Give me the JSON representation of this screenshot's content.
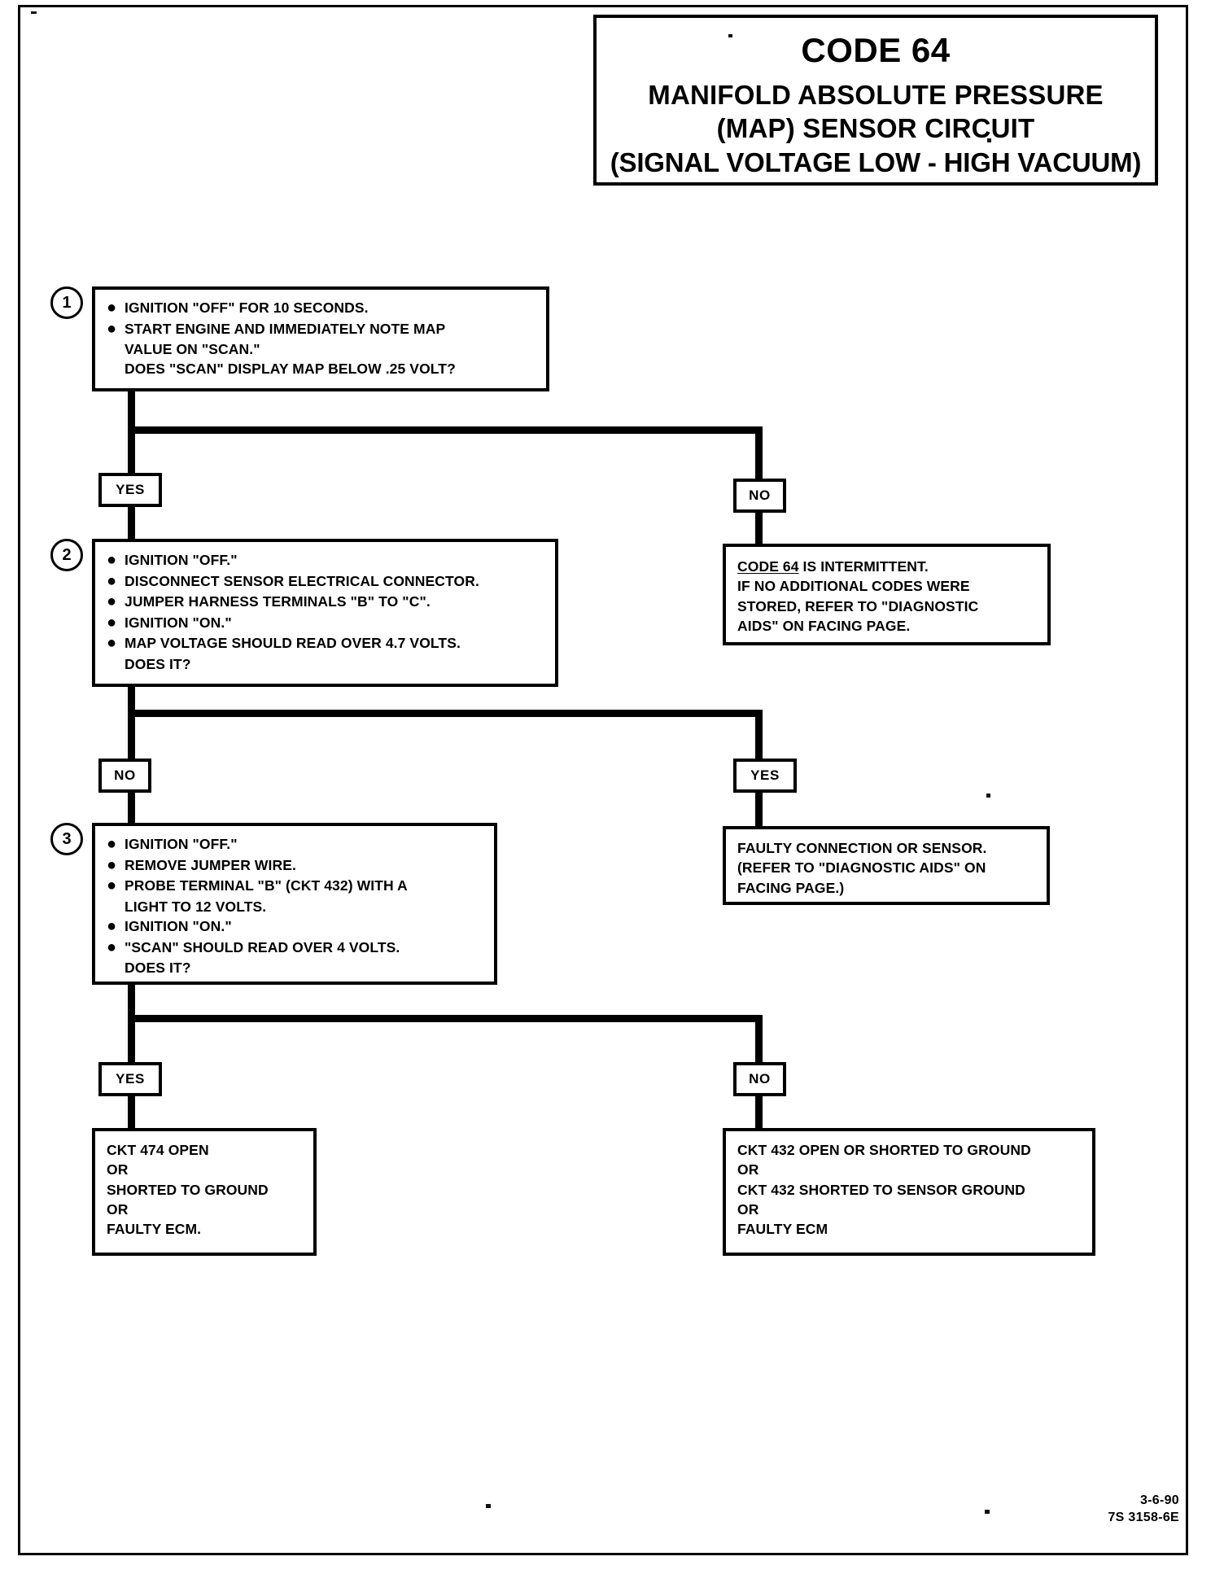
{
  "document": {
    "title_code": "CODE 64",
    "title_line1": "MANIFOLD ABSOLUTE PRESSURE",
    "title_line2": "(MAP) SENSOR CIRCUIT",
    "title_line3": "(SIGNAL VOLTAGE LOW - HIGH VACUUM)",
    "footer_date": "3-6-90",
    "footer_ref": "7S 3158-6E"
  },
  "steps": {
    "one": {
      "number": "1",
      "bullets": [
        "IGNITION \"OFF\" FOR 10 SECONDS.",
        "START ENGINE AND IMMEDIATELY NOTE MAP"
      ],
      "cont1": "VALUE ON \"SCAN.\"",
      "question": "DOES \"SCAN\" DISPLAY MAP BELOW .25 VOLT?"
    },
    "two": {
      "number": "2",
      "bullets": [
        "IGNITION \"OFF.\"",
        "DISCONNECT SENSOR ELECTRICAL CONNECTOR.",
        "JUMPER HARNESS TERMINALS \"B\" TO \"C\".",
        "IGNITION \"ON.\"",
        "MAP VOLTAGE SHOULD READ OVER 4.7 VOLTS."
      ],
      "question": "DOES IT?"
    },
    "three": {
      "number": "3",
      "bullets": [
        "IGNITION \"OFF.\"",
        "REMOVE JUMPER WIRE.",
        "PROBE TERMINAL \"B\" (CKT 432) WITH A"
      ],
      "cont1": "LIGHT TO 12 VOLTS.",
      "bullets2": [
        "IGNITION \"ON.\"",
        "\"SCAN\" SHOULD READ OVER 4 VOLTS."
      ],
      "question": "DOES IT?"
    }
  },
  "tags": {
    "t1_yes": "YES",
    "t1_no": "NO",
    "t2_no": "NO",
    "t2_yes": "YES",
    "t3_yes": "YES",
    "t3_no": "NO"
  },
  "results": {
    "intermittent": {
      "lead_underlined": "CODE 64",
      "lead_rest": " IS INTERMITTENT.",
      "line2": "IF NO ADDITIONAL CODES WERE",
      "line3": "STORED, REFER TO \"DIAGNOSTIC",
      "line4": "AIDS\" ON FACING PAGE."
    },
    "faulty_connection": {
      "line1": "FAULTY CONNECTION OR SENSOR.",
      "line2": "(REFER TO \"DIAGNOSTIC AIDS\" ON",
      "line3": "FACING PAGE.)"
    },
    "ckt474": {
      "line1": "CKT 474 OPEN",
      "line2": "OR",
      "line3": "SHORTED TO GROUND",
      "line4": "OR",
      "line5": "FAULTY ECM."
    },
    "ckt432": {
      "line1": "CKT 432 OPEN OR SHORTED TO GROUND",
      "line2": "OR",
      "line3": "CKT 432 SHORTED TO SENSOR GROUND",
      "line4": "OR",
      "line5": "FAULTY ECM"
    }
  }
}
